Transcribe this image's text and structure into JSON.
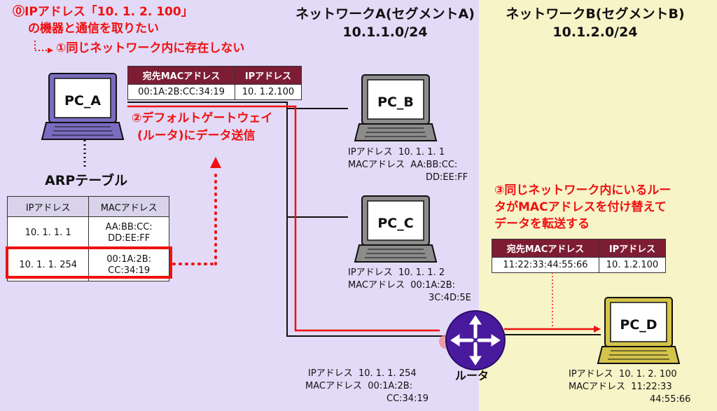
{
  "networks": {
    "a": {
      "name": "ネットワークA(セグメントA)",
      "cidr": "10.1.1.0/24",
      "color": "#e2daf6"
    },
    "b": {
      "name": "ネットワークB(セグメントB)",
      "cidr": "10.1.2.0/24",
      "color": "#f7f4c8"
    }
  },
  "steps": {
    "s0_line1": "⓪IPアドレス「10. 1. 2. 100」",
    "s0_line2": "の機器と通信を取りたい",
    "s1": "①同じネットワーク内に存在しない",
    "s2_line1": "②デフォルトゲートウェイ",
    "s2_line2": "(ルータ)にデータ送信",
    "s3_line1": "③同じネットワーク内にいるルー",
    "s3_line2": "タがMACアドレスを付け替えて",
    "s3_line3": "データを転送する"
  },
  "packet1": {
    "col1": "宛先MACアドレス",
    "col2": "IPアドレス",
    "mac": "00:1A:2B:CC:34:19",
    "ip": "10. 1.2.100"
  },
  "packet2": {
    "col1": "宛先MACアドレス",
    "col2": "IPアドレス",
    "mac": "11:22:33:44:55:66",
    "ip": "10. 1.2.100"
  },
  "arp": {
    "title": "ARPテーブル",
    "col1": "IPアドレス",
    "col2": "MACアドレス",
    "rows": [
      {
        "ip": "10. 1. 1. 1",
        "mac1": "AA:BB:CC:",
        "mac2": "DD:EE:FF"
      },
      {
        "ip": "10. 1. 1. 254",
        "mac1": "00:1A:2B:",
        "mac2": "CC:34:19"
      }
    ]
  },
  "devices": {
    "pc_a": {
      "name": "PC_A"
    },
    "pc_b": {
      "name": "PC_B",
      "ip": "IPアドレス  10. 1. 1. 1",
      "mac1": "MACアドレス  AA:BB:CC:",
      "mac2": "DD:EE:FF"
    },
    "pc_c": {
      "name": "PC_C",
      "ip": "IPアドレス  10. 1. 1. 2",
      "mac1": "MACアドレス  00:1A:2B:",
      "mac2": "3C:4D:5E"
    },
    "pc_d": {
      "name": "PC_D",
      "ip": "IPアドレス  10. 1. 2. 100",
      "mac1": "MACアドレス  11:22:33",
      "mac2": "44:55:66"
    },
    "router": {
      "name": "ルータ",
      "ip": "IPアドレス  10. 1. 1. 254",
      "mac1": "MACアドレス  00:1A:2B:",
      "mac2": "CC:34:19",
      "color": "#4a1a9e"
    }
  },
  "colors": {
    "accent": "#ee1111",
    "header": "#7d1d33",
    "laptop_gray": "#8c8c8c",
    "laptop_purple": "#7a6cc0",
    "laptop_gold": "#d4c44a"
  }
}
